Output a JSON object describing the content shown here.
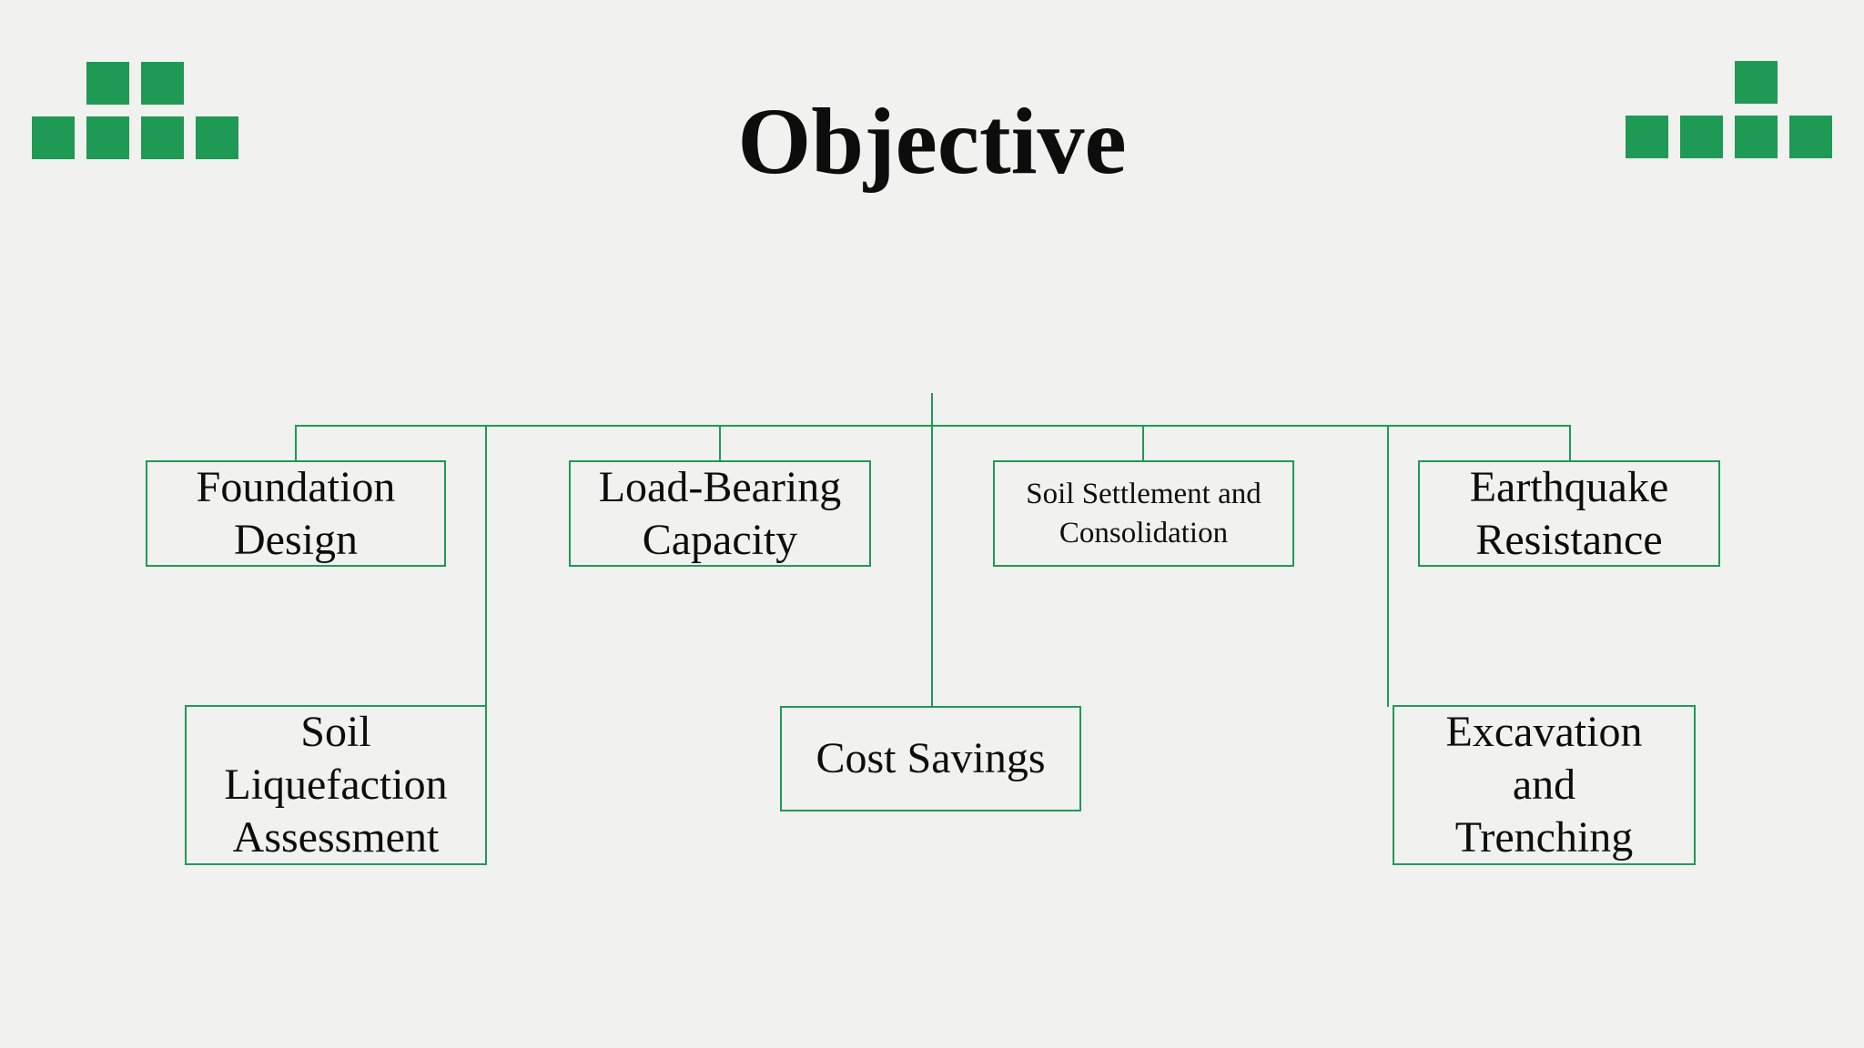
{
  "slide": {
    "title": "Objective",
    "nodes": [
      {
        "id": "foundation-design",
        "label": "Foundation\nDesign"
      },
      {
        "id": "load-bearing-capacity",
        "label": "Load-Bearing\nCapacity"
      },
      {
        "id": "soil-settlement-consolidation",
        "label": "Soil Settlement and\nConsolidation"
      },
      {
        "id": "earthquake-resistance",
        "label": "Earthquake\nResistance"
      },
      {
        "id": "soil-liquefaction-assessment",
        "label": "Soil\nLiquefaction\nAssessment"
      },
      {
        "id": "cost-savings",
        "label": "Cost Savings"
      },
      {
        "id": "excavation-trenching",
        "label": "Excavation\nand\nTrenching"
      }
    ],
    "colors": {
      "accent_green": "#1f9a55",
      "background": "#f1f1ef",
      "text": "#0d0d0d"
    },
    "decor": {
      "left_cluster": {
        "top_row_squares": 2,
        "bottom_row_squares": 4
      },
      "right_cluster": {
        "top_row_squares": 1,
        "bottom_row_squares": 4
      }
    }
  }
}
